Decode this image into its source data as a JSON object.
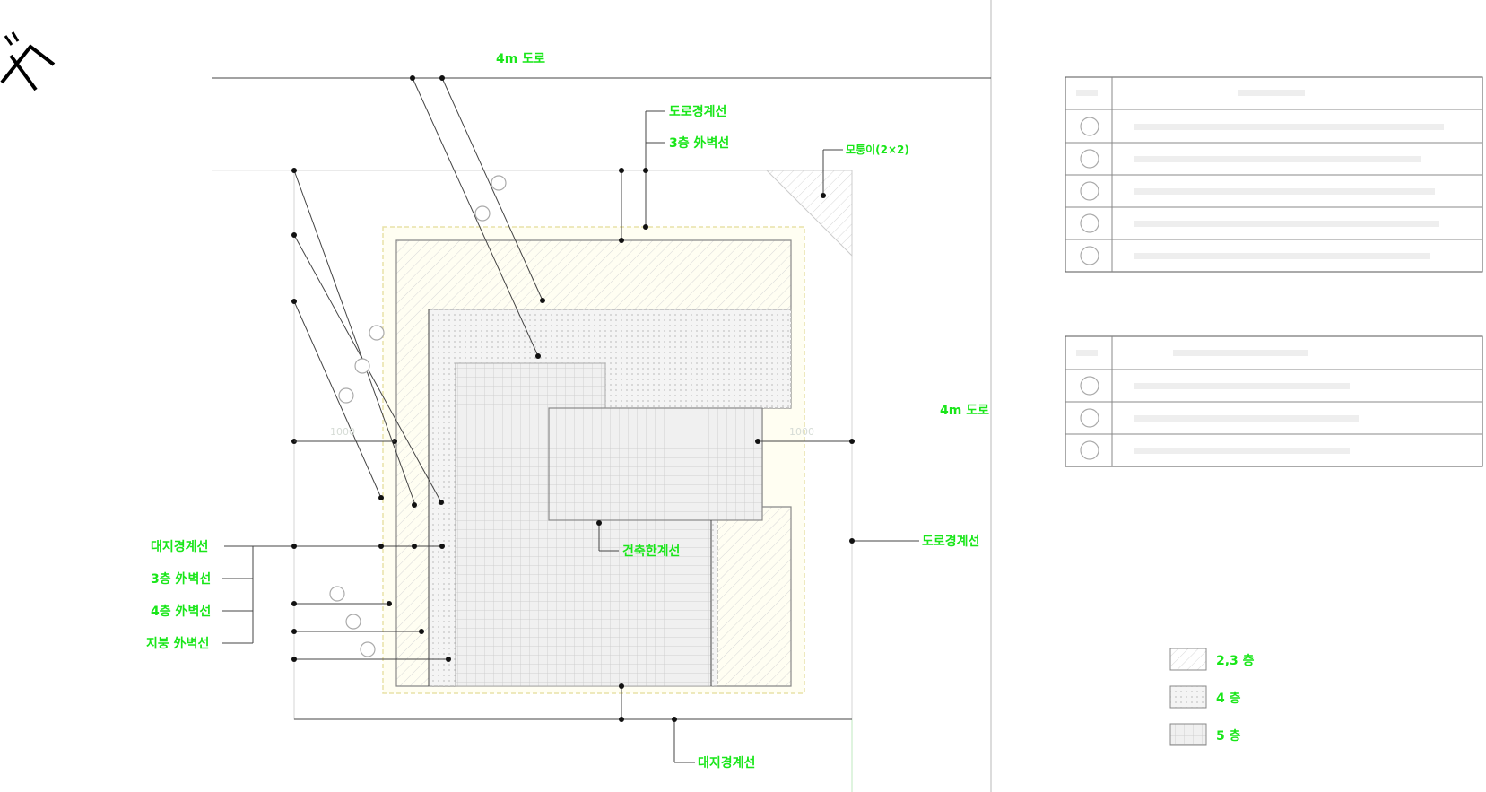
{
  "labels": {
    "road_top": "4m 도로",
    "road_boundary_top": "도로경계선",
    "floor3_setback_top": "3층 外벽선",
    "corner_cut": "모퉁이(2×2)",
    "road_right": "4m 도로",
    "road_boundary_right": "도로경계선",
    "site_boundary_left": "대지경계선",
    "floor3_setback_left": "3층 外벽선",
    "floor4_setback_left": "4층 外벽선",
    "floor5_setback_left": "지붕 外벽선",
    "building_line": "건축한계선",
    "site_boundary_bottom": "대지경계선"
  },
  "legend": [
    {
      "label": "2,3 층",
      "pattern": "hatch"
    },
    {
      "label": "4 층",
      "pattern": "dots"
    },
    {
      "label": "5 층",
      "pattern": "grid"
    }
  ],
  "colors": {
    "label": "#19e619",
    "line": "#444444",
    "faint": "#d6dcd6"
  },
  "icons": {
    "north": "north-arrow-icon"
  }
}
